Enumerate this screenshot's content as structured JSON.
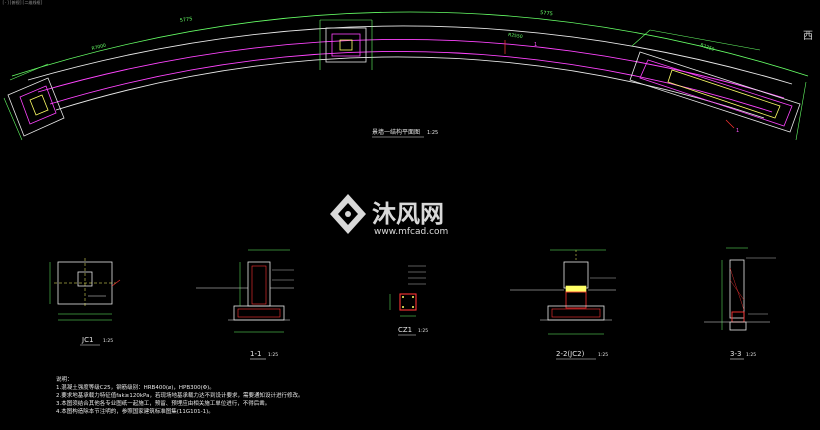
{
  "window": {
    "topbar_text": "[-][俯视][二维线框]"
  },
  "compass": {
    "label": "西"
  },
  "plan": {
    "title": "景墙一结构平面图",
    "scale": "1:25",
    "dim_left": "5775",
    "dim_right": "5775",
    "radius_left": "R7000",
    "radius_right": "R2250",
    "radius_inner": "R2550"
  },
  "watermark": {
    "brand": "沐风网",
    "url": "www.mfcad.com"
  },
  "sections": {
    "jc1": {
      "label": "JC1",
      "scale": "1:25"
    },
    "s11": {
      "label": "1-1",
      "scale": "1:25"
    },
    "cz1": {
      "label": "CZ1",
      "scale": "1:25"
    },
    "s22": {
      "label": "2-2(JC2)",
      "scale": "1:25"
    },
    "s33": {
      "label": "3-3",
      "scale": "1:25"
    }
  },
  "notes": {
    "title": "说明：",
    "lines": [
      "1.混凝土强度等级C25，钢筋级别：HRB400(⌀)，HPB300(Φ)。",
      "2.要求地基承载力特征值fak≥120kPa，若现场地基承载力达不到设计要求，需要通知设计进行修改。",
      "3.本图须结合其他各专业图纸一起施工，预留、预埋应由相关施工单位进行，不得后凿。",
      "4.本图构造除本节注明的，参照国家建筑标准图集(11G101-1)。"
    ]
  },
  "colors": {
    "background": "#000000",
    "green": "#66ff66",
    "magenta": "#ff44ff",
    "yellow": "#ffff66",
    "white": "#e8e8e8",
    "red": "#ff3333",
    "cyan": "#55ffff"
  }
}
